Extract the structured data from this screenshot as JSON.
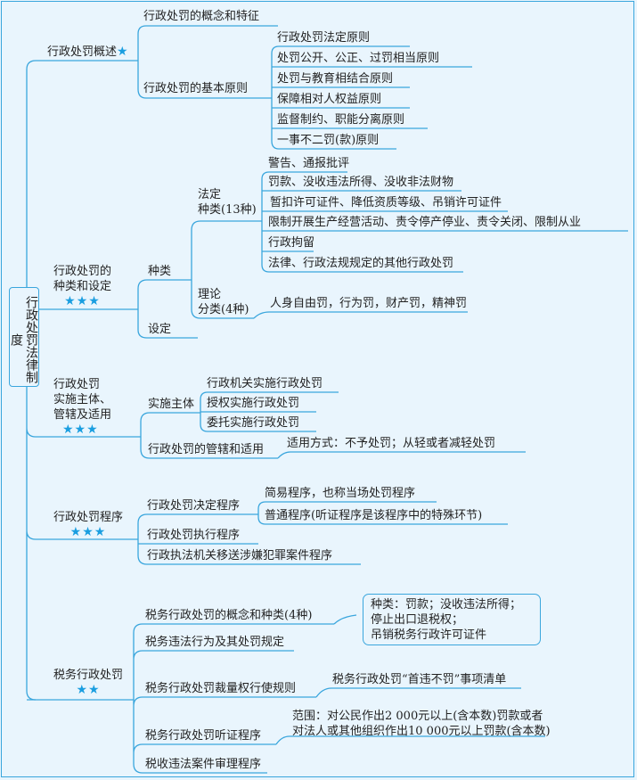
{
  "root": "行政处罚法律制度",
  "colors": {
    "line": "#3aa6dd",
    "star": "#1a9ee0",
    "background": "#e9f5fd"
  },
  "sections": [
    {
      "title": "行政处罚概述",
      "stars": "★",
      "children": [
        {
          "label": "行政处罚的概念和特征"
        },
        {
          "label": "行政处罚的基本原则",
          "children": [
            "行政处罚法定原则",
            "处罚公开、公正、过罚相当原则",
            "处罚与教育相结合原则",
            "保障相对人权益原则",
            "监督制约、职能分离原则",
            "一事不二罚(款)原则"
          ]
        }
      ]
    },
    {
      "title_line1": "行政处罚的",
      "title_line2": "种类和设定",
      "stars": "★★★",
      "children": [
        {
          "label": "种类",
          "children": [
            {
              "label_line1": "法定",
              "label_line2": "种类(13种)",
              "children": [
                "警告、通报批评",
                "罚款、没收违法所得、没收非法财物",
                "暂扣许可证件、降低资质等级、吊销许可证件",
                "限制开展生产经营活动、责令停产停业、责令关闭、限制从业",
                "行政拘留",
                "法律、行政法规规定的其他行政处罚"
              ]
            },
            {
              "label_line1": "理论",
              "label_line2": "分类(4种)",
              "children": [
                "人身自由罚，行为罚，财产罚，精神罚"
              ]
            }
          ]
        },
        {
          "label": "设定"
        }
      ]
    },
    {
      "title_line1": "行政处罚",
      "title_line2": "实施主体、",
      "title_line3": "管辖及适用",
      "stars": "★★★",
      "children": [
        {
          "label": "实施主体",
          "children": [
            "行政机关实施行政处罚",
            "授权实施行政处罚",
            "委托实施行政处罚"
          ]
        },
        {
          "label": "行政处罚的管辖和适用",
          "children": [
            "适用方式：不予处罚；从轻或者减轻处罚"
          ]
        }
      ]
    },
    {
      "title": "行政处罚程序",
      "stars": "★★★",
      "children": [
        {
          "label": "行政处罚决定程序",
          "children": [
            "简易程序，也称当场处罚程序",
            "普通程序(听证程序是该程序中的特殊环节)"
          ]
        },
        {
          "label": "行政处罚执行程序"
        },
        {
          "label": "行政执法机关移送涉嫌犯罪案件程序"
        }
      ]
    },
    {
      "title": "税务行政处罚",
      "stars": "★★",
      "children": [
        {
          "label": "税务行政处罚的概念和种类(4种)",
          "callout": [
            "种类：罚款；没收违法所得；",
            "停止出口退税权；",
            "吊销税务行政许可证件"
          ]
        },
        {
          "label": "税务违法行为及其处罚规定"
        },
        {
          "label": "税务行政处罚裁量权行使规则",
          "children": [
            "税务行政处罚“首违不罚”事项清单"
          ]
        },
        {
          "label": "税务行政处罚听证程序",
          "children_line1": "范围：对公民作出2 000元以上(含本数)罚款或者",
          "children_line2": "对法人或其他组织作出10 000元以上罚款(含本数)"
        },
        {
          "label": "税收违法案件审理程序"
        }
      ]
    }
  ]
}
